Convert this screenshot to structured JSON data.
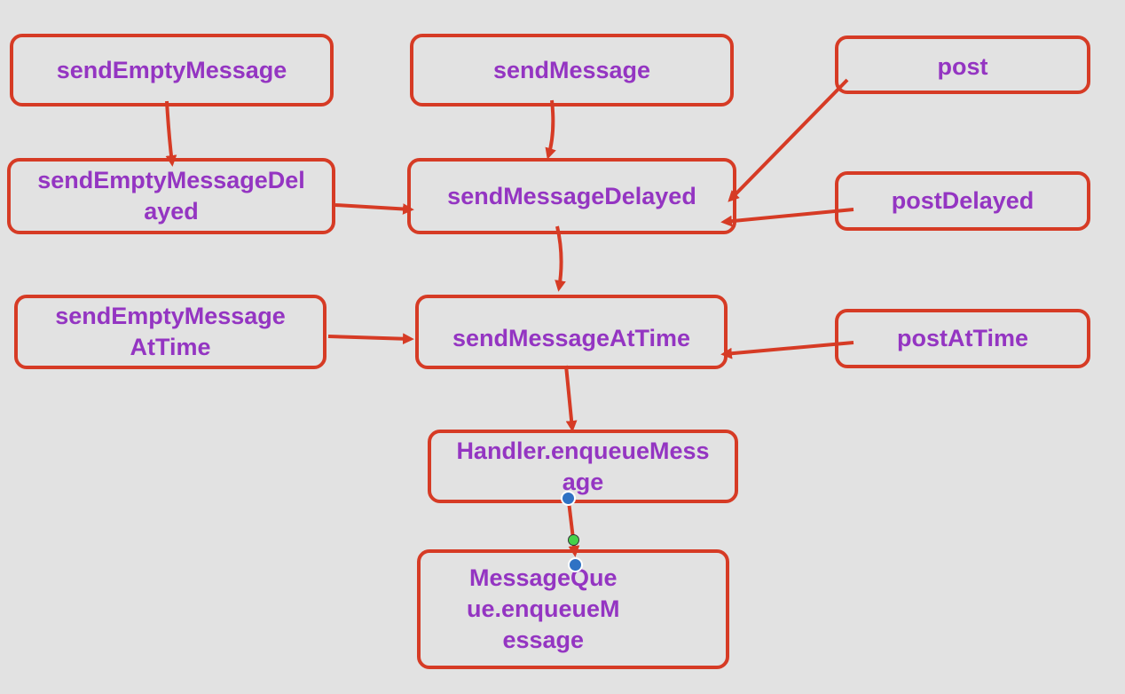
{
  "nodes": {
    "sendEmptyMessage": "sendEmptyMessage",
    "sendMessage": "sendMessage",
    "post": "post",
    "sendEmptyMessageDelayed": "sendEmptyMessageDel\nayed",
    "sendMessageDelayed": "sendMessageDelayed",
    "postDelayed": "postDelayed",
    "sendEmptyMessageAtTime": "sendEmptyMessage\nAtTime",
    "sendMessageAtTime": "sendMessageAtTime",
    "postAtTime": "postAtTime",
    "handlerEnqueueMessage": "Handler.enqueueMess\nage",
    "messageQueueEnqueueMessage": "MessageQue\nue.enqueueM\nessage"
  },
  "edges": [
    {
      "from": "sendEmptyMessage",
      "to": "sendEmptyMessageDelayed"
    },
    {
      "from": "sendMessage",
      "to": "sendMessageDelayed"
    },
    {
      "from": "post",
      "to": "sendMessageDelayed"
    },
    {
      "from": "sendEmptyMessageDelayed",
      "to": "sendMessageDelayed"
    },
    {
      "from": "postDelayed",
      "to": "sendMessageDelayed"
    },
    {
      "from": "sendMessageDelayed",
      "to": "sendMessageAtTime"
    },
    {
      "from": "sendEmptyMessageAtTime",
      "to": "sendMessageAtTime"
    },
    {
      "from": "postAtTime",
      "to": "sendMessageAtTime"
    },
    {
      "from": "sendMessageAtTime",
      "to": "handlerEnqueueMessage"
    },
    {
      "from": "handlerEnqueueMessage",
      "to": "messageQueueEnqueueMessage"
    }
  ],
  "colors": {
    "background": "#e2e2e2",
    "node_border": "#d63b25",
    "node_text": "#9435c2",
    "arrow": "#d63b25",
    "handle_blue": "#2f72c4",
    "handle_green": "#46d24a"
  }
}
